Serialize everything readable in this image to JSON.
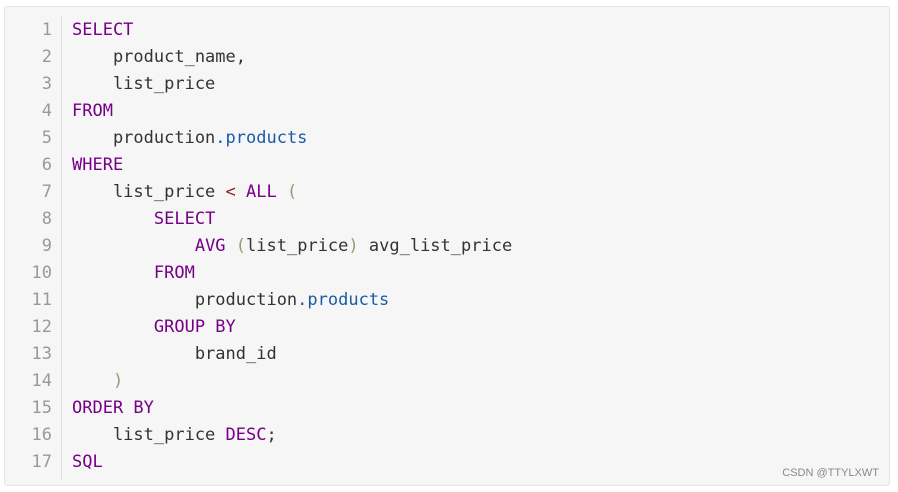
{
  "line_numbers": [
    "1",
    "2",
    "3",
    "4",
    "5",
    "6",
    "7",
    "8",
    "9",
    "10",
    "11",
    "12",
    "13",
    "14",
    "15",
    "16",
    "17"
  ],
  "code": [
    [
      {
        "t": "SELECT",
        "c": "kw"
      }
    ],
    [
      {
        "t": "    product_name,",
        "c": ""
      }
    ],
    [
      {
        "t": "    list_price",
        "c": ""
      }
    ],
    [
      {
        "t": "FROM",
        "c": "kw"
      }
    ],
    [
      {
        "t": "    production",
        "c": ""
      },
      {
        "t": ".products",
        "c": "var"
      }
    ],
    [
      {
        "t": "WHERE",
        "c": "kw"
      }
    ],
    [
      {
        "t": "    list_price ",
        "c": ""
      },
      {
        "t": "<",
        "c": "op"
      },
      {
        "t": " ",
        "c": ""
      },
      {
        "t": "ALL",
        "c": "kw"
      },
      {
        "t": " ",
        "c": ""
      },
      {
        "t": "(",
        "c": "br"
      }
    ],
    [
      {
        "t": "        ",
        "c": ""
      },
      {
        "t": "SELECT",
        "c": "kw"
      }
    ],
    [
      {
        "t": "            ",
        "c": ""
      },
      {
        "t": "AVG",
        "c": "kw"
      },
      {
        "t": " ",
        "c": ""
      },
      {
        "t": "(",
        "c": "br"
      },
      {
        "t": "list_price",
        "c": ""
      },
      {
        "t": ")",
        "c": "br"
      },
      {
        "t": " avg_list_price",
        "c": ""
      }
    ],
    [
      {
        "t": "        ",
        "c": ""
      },
      {
        "t": "FROM",
        "c": "kw"
      }
    ],
    [
      {
        "t": "            production",
        "c": ""
      },
      {
        "t": ".products",
        "c": "var"
      }
    ],
    [
      {
        "t": "        ",
        "c": ""
      },
      {
        "t": "GROUP BY",
        "c": "kw"
      }
    ],
    [
      {
        "t": "            brand_id",
        "c": ""
      }
    ],
    [
      {
        "t": "    ",
        "c": ""
      },
      {
        "t": ")",
        "c": "br"
      }
    ],
    [
      {
        "t": "ORDER BY",
        "c": "kw"
      }
    ],
    [
      {
        "t": "    list_price ",
        "c": ""
      },
      {
        "t": "DESC",
        "c": "kw"
      },
      {
        "t": ";",
        "c": ""
      }
    ],
    [
      {
        "t": "SQL",
        "c": "kw"
      }
    ]
  ],
  "watermark": "CSDN @TTYLXWT",
  "colors": {
    "keyword": "#770088",
    "property": "#1a5ba6",
    "operator": "#981a1a",
    "bracket": "#999977",
    "text": "#333333",
    "line_number": "#999999",
    "background": "#f6f6f6"
  }
}
